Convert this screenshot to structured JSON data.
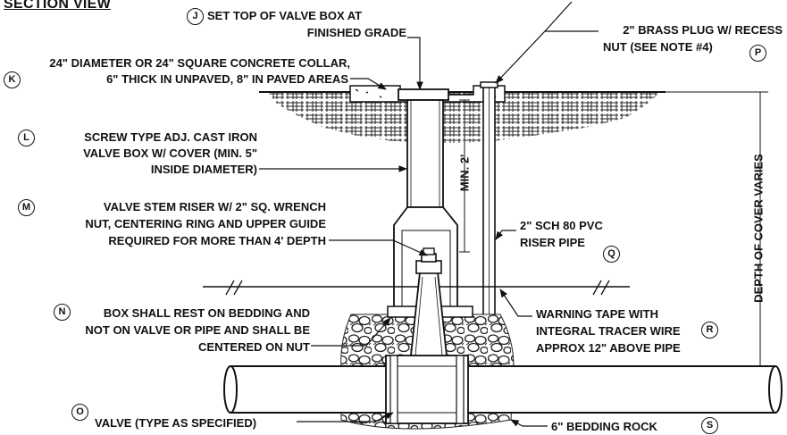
{
  "title": "SECTION VIEW",
  "callouts": {
    "j": {
      "tag": "J",
      "lines": [
        "SET TOP OF VALVE BOX AT",
        "FINISHED GRADE"
      ]
    },
    "k": {
      "tag": "K",
      "lines": [
        "24\" DIAMETER OR 24\" SQUARE CONCRETE COLLAR,",
        "6\" THICK IN UNPAVED, 8\" IN PAVED AREAS"
      ]
    },
    "l": {
      "tag": "L",
      "lines": [
        "SCREW TYPE ADJ. CAST IRON",
        "VALVE BOX W/ COVER (MIN. 5\"",
        "INSIDE DIAMETER)"
      ]
    },
    "m": {
      "tag": "M",
      "lines": [
        "VALVE STEM RISER W/ 2\" SQ. WRENCH",
        "NUT, CENTERING RING AND UPPER GUIDE",
        "REQUIRED FOR MORE THAN 4' DEPTH"
      ]
    },
    "n": {
      "tag": "N",
      "lines": [
        "BOX SHALL REST ON BEDDING AND",
        "NOT ON VALVE OR PIPE AND SHALL BE",
        "CENTERED ON NUT"
      ]
    },
    "o": {
      "tag": "O",
      "lines": [
        "VALVE (TYPE AS SPECIFIED)"
      ]
    },
    "p": {
      "tag": "P",
      "lines": [
        "2\" BRASS PLUG W/ RECESS",
        "NUT (SEE NOTE #4)"
      ]
    },
    "q": {
      "tag": "Q",
      "lines": [
        "2\" SCH 80 PVC",
        "RISER PIPE"
      ]
    },
    "r": {
      "tag": "R",
      "lines": [
        "WARNING TAPE WITH",
        "INTEGRAL TRACER WIRE",
        "APPROX 12\" ABOVE PIPE"
      ]
    },
    "s": {
      "tag": "S",
      "lines": [
        "6\" BEDDING ROCK"
      ]
    }
  },
  "dimensions": {
    "min_riser": "MIN. 2'",
    "depth_of_cover": "DEPTH OF COVER VARIES"
  }
}
